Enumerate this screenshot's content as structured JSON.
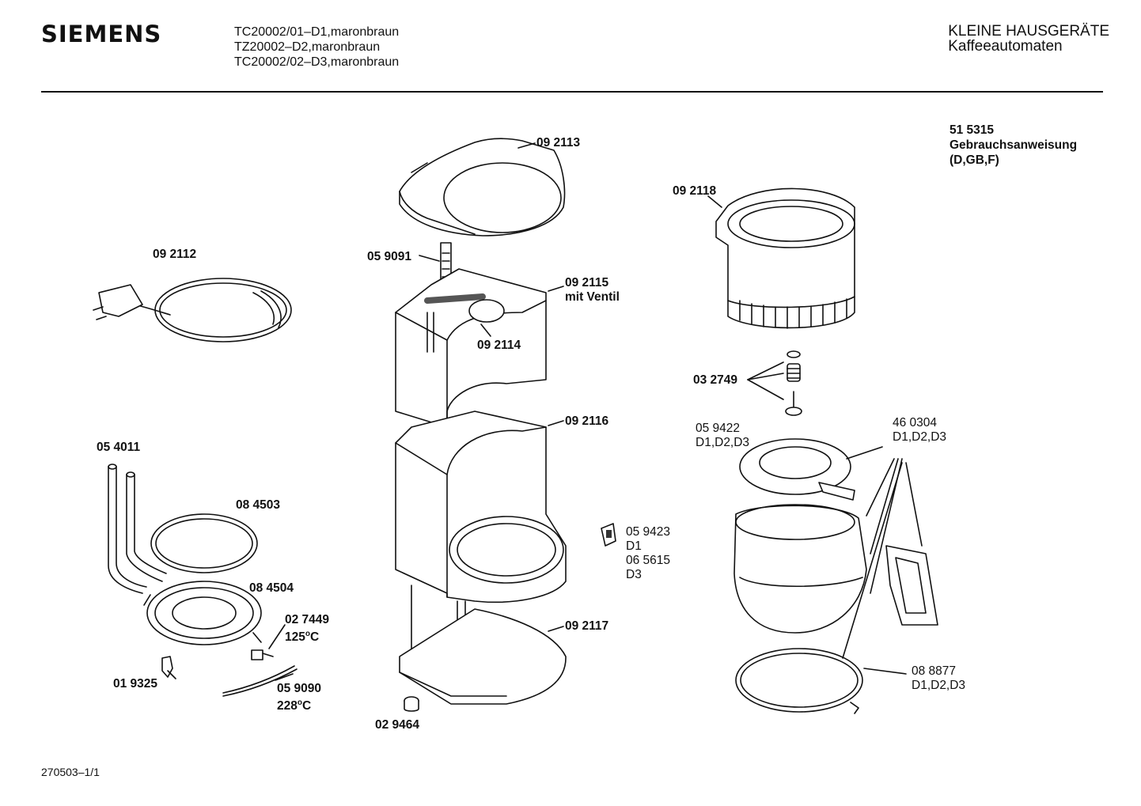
{
  "header": {
    "brand": "SIEMENS",
    "models": [
      "TC20002/01–D1,maronbraun",
      "TZ20002–D2,maronbraun",
      "TC20002/02–D3,maronbraun"
    ],
    "category_line1": "KLEINE HAUSGERÄTE",
    "category_line2": "Kaffeeautomaten"
  },
  "manual": {
    "number": "51 5315",
    "title": "Gebrauchsanweisung",
    "languages": "(D,GB,F)"
  },
  "parts": {
    "p092113": "09 2113",
    "p092112": "09 2112",
    "p059091": "05 9091",
    "p092115": "09 2115",
    "p092115_note": "mit Ventil",
    "p092114": "09 2114",
    "p092118": "09 2118",
    "p032749": "03 2749",
    "p092116": "09 2116",
    "p059422": "05 9422",
    "p059422_var": "D1,D2,D3",
    "p460304": "46 0304",
    "p460304_var": "D1,D2,D3",
    "p054011": "05 4011",
    "p084503": "08 4503",
    "p059423": "05 9423",
    "p059423_var": "D1",
    "p065615": "06 5615",
    "p065615_var": "D3",
    "p084504": "08 4504",
    "p027449": "02 7449",
    "p027449_temp": "125",
    "p092117": "09 2117",
    "p088877": "08 8877",
    "p088877_var": "D1,D2,D3",
    "p019325": "01 9325",
    "p059090": "05 9090",
    "p059090_temp": "228",
    "p029464": "02 9464",
    "temp_unit": "C"
  },
  "footer": {
    "drawing_id": "270503–1/1"
  }
}
